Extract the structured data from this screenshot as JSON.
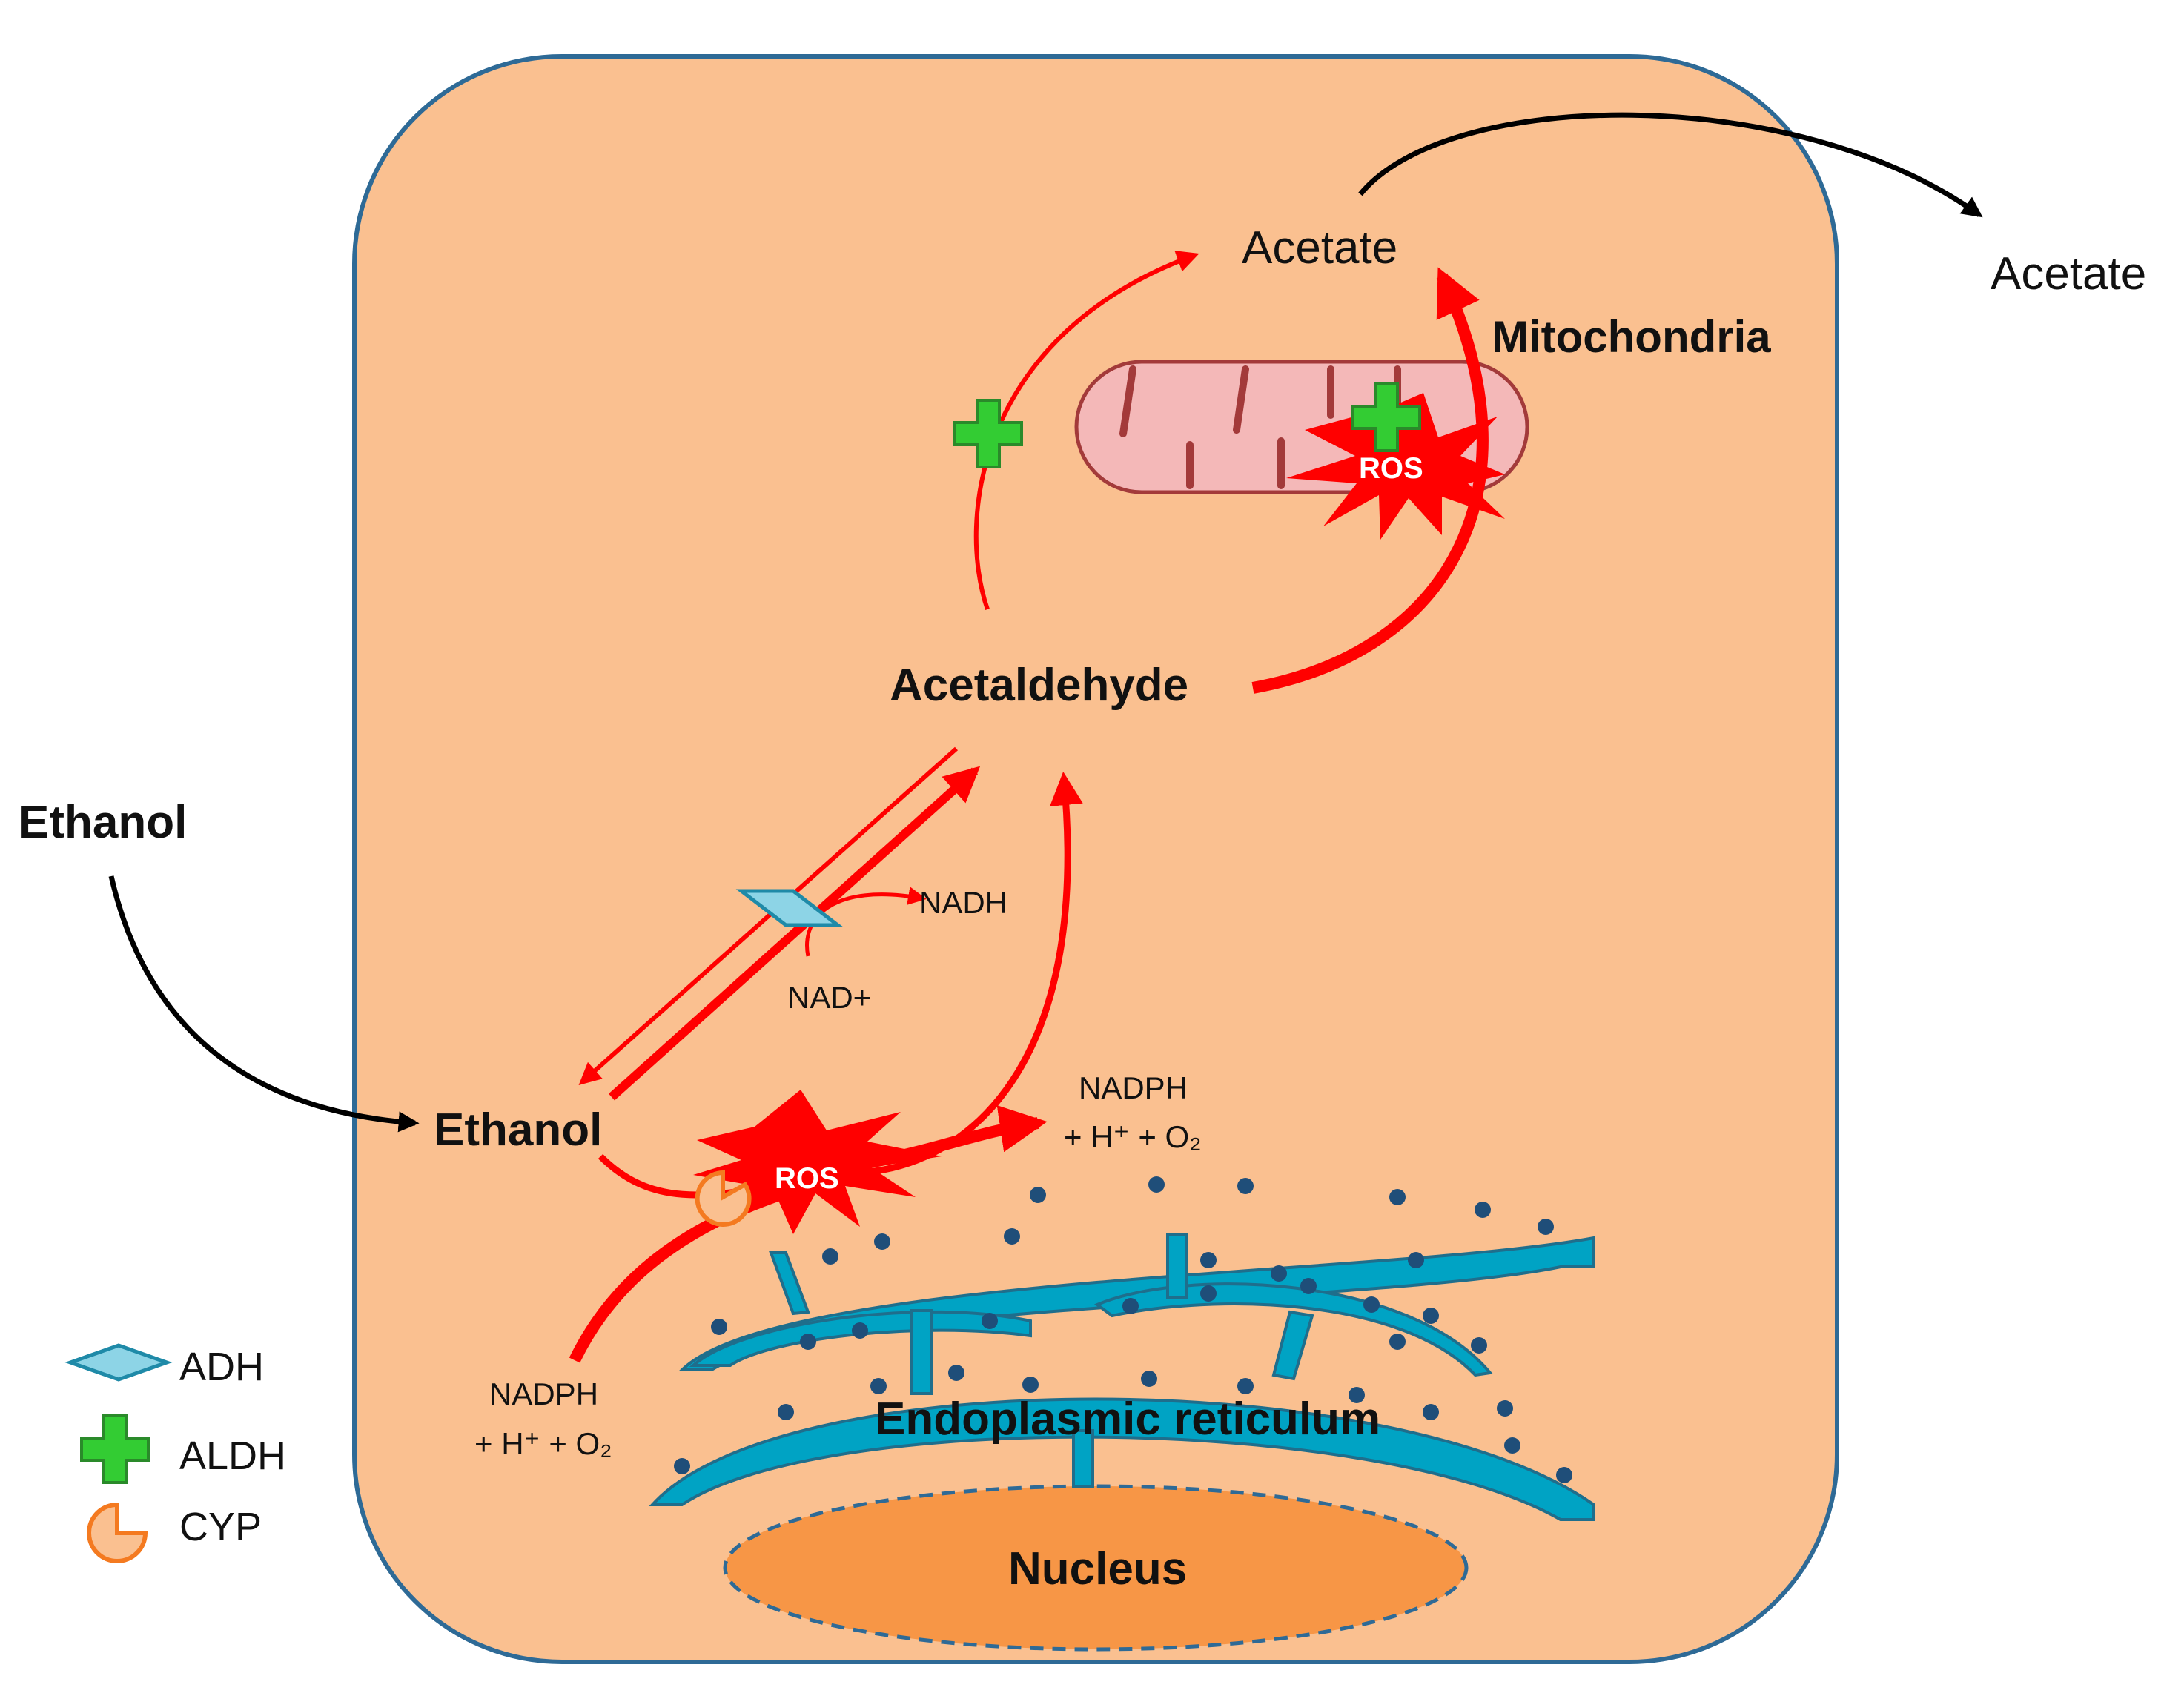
{
  "labels": {
    "ethanol_outside": "Ethanol",
    "ethanol_inside": "Ethanol",
    "acetaldehyde": "Acetaldehyde",
    "acetate_inside": "Acetate",
    "acetate_outside": "Acetate",
    "mitochondria": "Mitochondria",
    "endoplasmic_reticulum": "Endoplasmic reticulum",
    "nucleus": "Nucleus",
    "nadh": "NADH",
    "nad_plus": "NAD+",
    "nadph_upper_line1": "NADPH",
    "nadph_upper_line2": "+ H⁺ + O₂",
    "nadph_lower_line1": "NADPH",
    "nadph_lower_line2": "+ H⁺ + O₂",
    "ros_mito": "ROS",
    "ros_er": "ROS"
  },
  "legend": {
    "adh": "ADH",
    "aldh": "ALDH",
    "cyp": "CYP"
  },
  "colors": {
    "cell_fill": "#FAC090",
    "cell_border": "#2E6A96",
    "pathway_red": "#FF0000",
    "transport_black": "#000000",
    "er_fill": "#00A3C4",
    "er_dots": "#1F4E79",
    "nucleus_fill": "#F79646",
    "mito_fill": "#F4B8B8",
    "mito_border": "#A33A3A",
    "adh_fill": "#8DD4E6",
    "aldh_fill": "#33CC33",
    "cyp_fill": "#FAC090",
    "cyp_border": "#F47A20"
  },
  "icons": {
    "adh": "diamond-icon",
    "aldh": "green-cross-icon",
    "cyp": "pacman-icon",
    "ros": "starburst-icon"
  }
}
